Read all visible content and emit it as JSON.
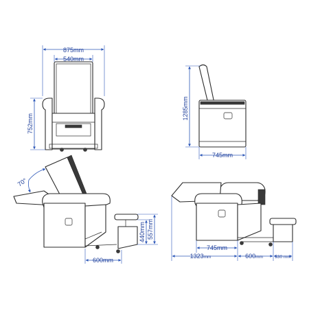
{
  "views": {
    "front": {
      "overall_width": "875mm",
      "inner_width": "540mm",
      "seat_height": "752mm"
    },
    "side": {
      "total_height": "1285mm",
      "depth": "745mm"
    },
    "reclined": {
      "angle": "70°",
      "footrest_height": "440mm",
      "footrest_max_height": "557mm",
      "footrest_width": "600mm"
    },
    "flat": {
      "chair_depth": "745mm",
      "total_length": "1323",
      "total_length_unit": "mm",
      "footrest_length": "600",
      "footrest_length_unit": "mm",
      "footrest_end": "530 mm"
    }
  },
  "colors": {
    "dimension": "#2b56b8",
    "outline": "#2a2a2a"
  }
}
